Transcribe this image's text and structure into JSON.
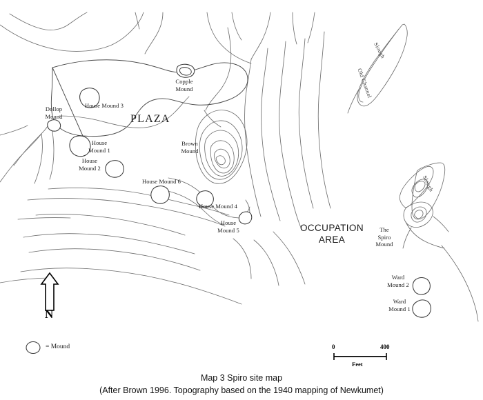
{
  "map": {
    "title_caption": "Map 3 Spiro site map",
    "source_caption": "(After Brown 1996. Topography based on the 1940 mapping of Newkumet)",
    "area_labels": {
      "plaza": "PLAZA",
      "occupation_area": "OCCUPATION\nAREA"
    },
    "hydrology": [
      {
        "name": "Slough",
        "label": "Slough"
      },
      {
        "name": "Old Channel",
        "label": "Old Channel"
      },
      {
        "name": "Slough East",
        "label": "Slough"
      }
    ],
    "mounds": [
      {
        "id": "copple-mound",
        "label": "Copple\nMound"
      },
      {
        "id": "house-mound-3",
        "label": "House Mound 3"
      },
      {
        "id": "dollop-mound",
        "label": "Dollop\nMound"
      },
      {
        "id": "house-mound-1",
        "label": "House\nMound 1"
      },
      {
        "id": "house-mound-2",
        "label": "House\nMound 2"
      },
      {
        "id": "house-mound-6",
        "label": "House Mound 6"
      },
      {
        "id": "brown-mound",
        "label": "Brown\nMound"
      },
      {
        "id": "house-mound-4",
        "label": "House Mound 4"
      },
      {
        "id": "house-mound-5",
        "label": "House\nMound 5"
      },
      {
        "id": "spiro-mound",
        "label": "The\nSpiro\nMound"
      },
      {
        "id": "ward-mound-2",
        "label": "Ward\nMound 2"
      },
      {
        "id": "ward-mound-1",
        "label": "Ward\nMound 1"
      }
    ],
    "north_arrow": {
      "letter": "N"
    },
    "legend": {
      "symbol_text": "= Mound"
    },
    "scale_bar": {
      "min": "0",
      "max": "400",
      "unit": "Feet"
    },
    "colors": {
      "contour": "#6e6e6e",
      "mound_outline": "#3a3a3a",
      "text": "#1a1a1a",
      "background": "#ffffff"
    }
  }
}
